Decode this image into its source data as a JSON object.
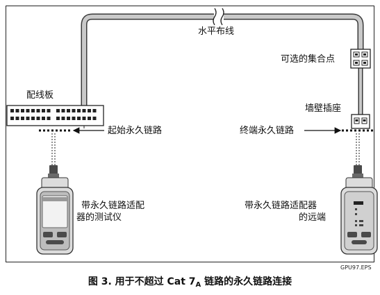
{
  "labels": {
    "horizontal_cabling": "水平布线",
    "optional_consolidation_point": "可选的集合点",
    "patch_panel": "配线板",
    "wall_outlet": "墙壁插座",
    "permanent_link_start": "起始永久链路",
    "permanent_link_end": "终端永久链路",
    "tester_line1": "带永久链路适配",
    "tester_line2": "器的测试仪",
    "remote_line1": "带永久链路适配器",
    "remote_line2": "的远端",
    "file_id": "GPU97.EPS"
  },
  "caption": {
    "prefix": "图 3. 用于不超过 Cat 7",
    "subscript": "A",
    "suffix": " 链路的永久链路连接"
  },
  "colors": {
    "cable_fill": "#c9c9c9",
    "cable_outline": "#3a3a3a",
    "device_body": "#dcdcdc",
    "device_dark": "#4a4a4a",
    "screen": "#f2f2f2"
  }
}
